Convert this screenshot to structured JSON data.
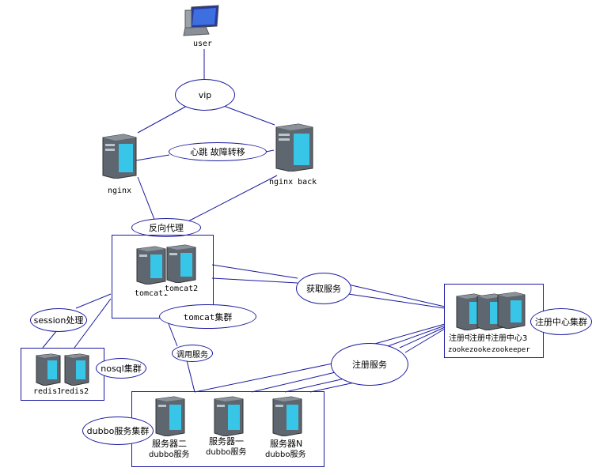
{
  "user_label": "user",
  "vip_label": "vip",
  "nginx_label": "nginx",
  "nginx_back_label": "nginx back",
  "heartbeat_label": "心跳 故障转移",
  "reverse_proxy_label": "反向代理",
  "tomcat1_label": "tomcat1",
  "tomcat2_label": "tomcat2",
  "tomcat_cluster_label": "tomcat集群",
  "get_service_label": "获取服务",
  "registry": {
    "label1": "注册中心1",
    "label2": "注册中心2",
    "label3": "注册中心3",
    "sub1": "zookeeper",
    "sub2": "zookeeper",
    "sub3": "zookeeper",
    "cluster_label": "注册中心集群"
  },
  "session_label": "session处理",
  "redis1_label": "redis1",
  "redis2_label": "redis2",
  "nosql_label": "nosql集群",
  "call_service_label": "调用服务",
  "register_service_label": "注册服务",
  "dubbo": {
    "cluster_label": "dubbo服务集群",
    "s1_name": "服务器二",
    "s1_sub": "dubbo服务",
    "s2_name": "服务器一",
    "s2_sub": "dubbo服务",
    "s3_name": "服务器N",
    "s3_sub": "dubbo服务"
  },
  "colors": {
    "line": "#1a1aa0",
    "server_body": "#5e6670",
    "server_screen": "#38c6e8"
  }
}
